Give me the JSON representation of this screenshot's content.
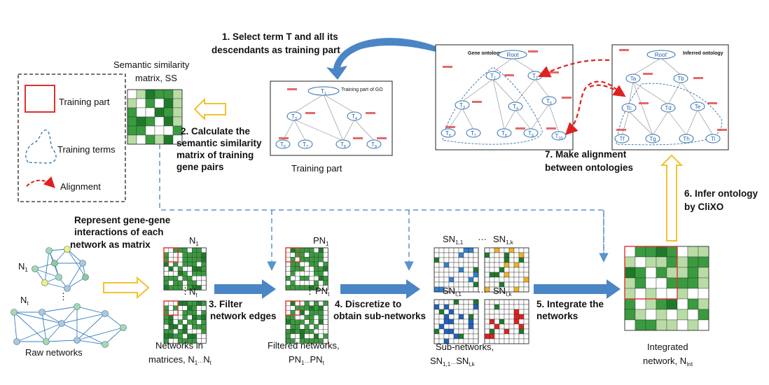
{
  "legend": {
    "training_part": "Training part",
    "training_terms": "Training terms",
    "alignment": "Alignment"
  },
  "ss_title_1": "Semantic similarity",
  "ss_title_2": "matrix, SS",
  "steps": {
    "s1_l1": "1. Select term T and all its",
    "s1_l2": "descendants as training part",
    "s2_l1": "2. Calculate the",
    "s2_l2": "semantic similarity",
    "s2_l3": "matrix of training",
    "s2_l4": "gene pairs",
    "s3_l1": "3. Filter",
    "s3_l2": "network edges",
    "s4_l1": "4. Discretize to",
    "s4_l2": "obtain sub-networks",
    "s5_l1": "5. Integrate the",
    "s5_l2": "networks",
    "s6_l1": "6. Infer ontology",
    "s6_l2": "by CliXO",
    "s7_l1": "7. Make alignment",
    "s7_l2": "between ontologies"
  },
  "represent": {
    "l1": "Represent gene-gene",
    "l2": "interactions of each",
    "l3": "network as matrix"
  },
  "captions": {
    "training_part": "Training part",
    "raw_networks": "Raw networks",
    "networks_in_1": "Networks in",
    "networks_in_2": "matrices, N",
    "filtered_1": "Filtered networks,",
    "sub_1": "Sub-networks,",
    "integrated_1": "Integrated",
    "integrated_2": "network, N"
  },
  "labels": {
    "N": "N",
    "PN": "PN",
    "SN": "SN",
    "sub1": "1",
    "subt": "t",
    "sub11": "1,1",
    "sub1k": "1,k",
    "subt1": "t,1",
    "subtk": "t,k",
    "int": "Int",
    "dots": "⋮",
    "hdots": "…"
  },
  "go_box": {
    "title": "Training part of GO",
    "nodes": [
      "T1",
      "T3",
      "T4",
      "T6",
      "T7",
      "T8",
      "T9"
    ]
  },
  "gene_ontology": {
    "title": "Gene ontology",
    "root": "Root",
    "nodes": [
      "T1",
      "T2",
      "T3",
      "T4",
      "T5",
      "T6",
      "T7",
      "T8",
      "T9",
      "T10"
    ]
  },
  "inferred_ontology": {
    "title": "Inferred ontology",
    "root": "Root'",
    "nodes": [
      "Ta",
      "Tb",
      "Tc",
      "Td",
      "Te",
      "Tf",
      "Tg",
      "Th",
      "Ti"
    ]
  },
  "colors": {
    "dark_green": "#1e7a2a",
    "mid_green": "#3a9a3f",
    "light_green": "#b9dca6",
    "red_frame": "#e03030",
    "blue_arrow": "#4a86c5",
    "yellow_arrow": "#f2c12e",
    "dash_blue": "#5b93cf"
  }
}
